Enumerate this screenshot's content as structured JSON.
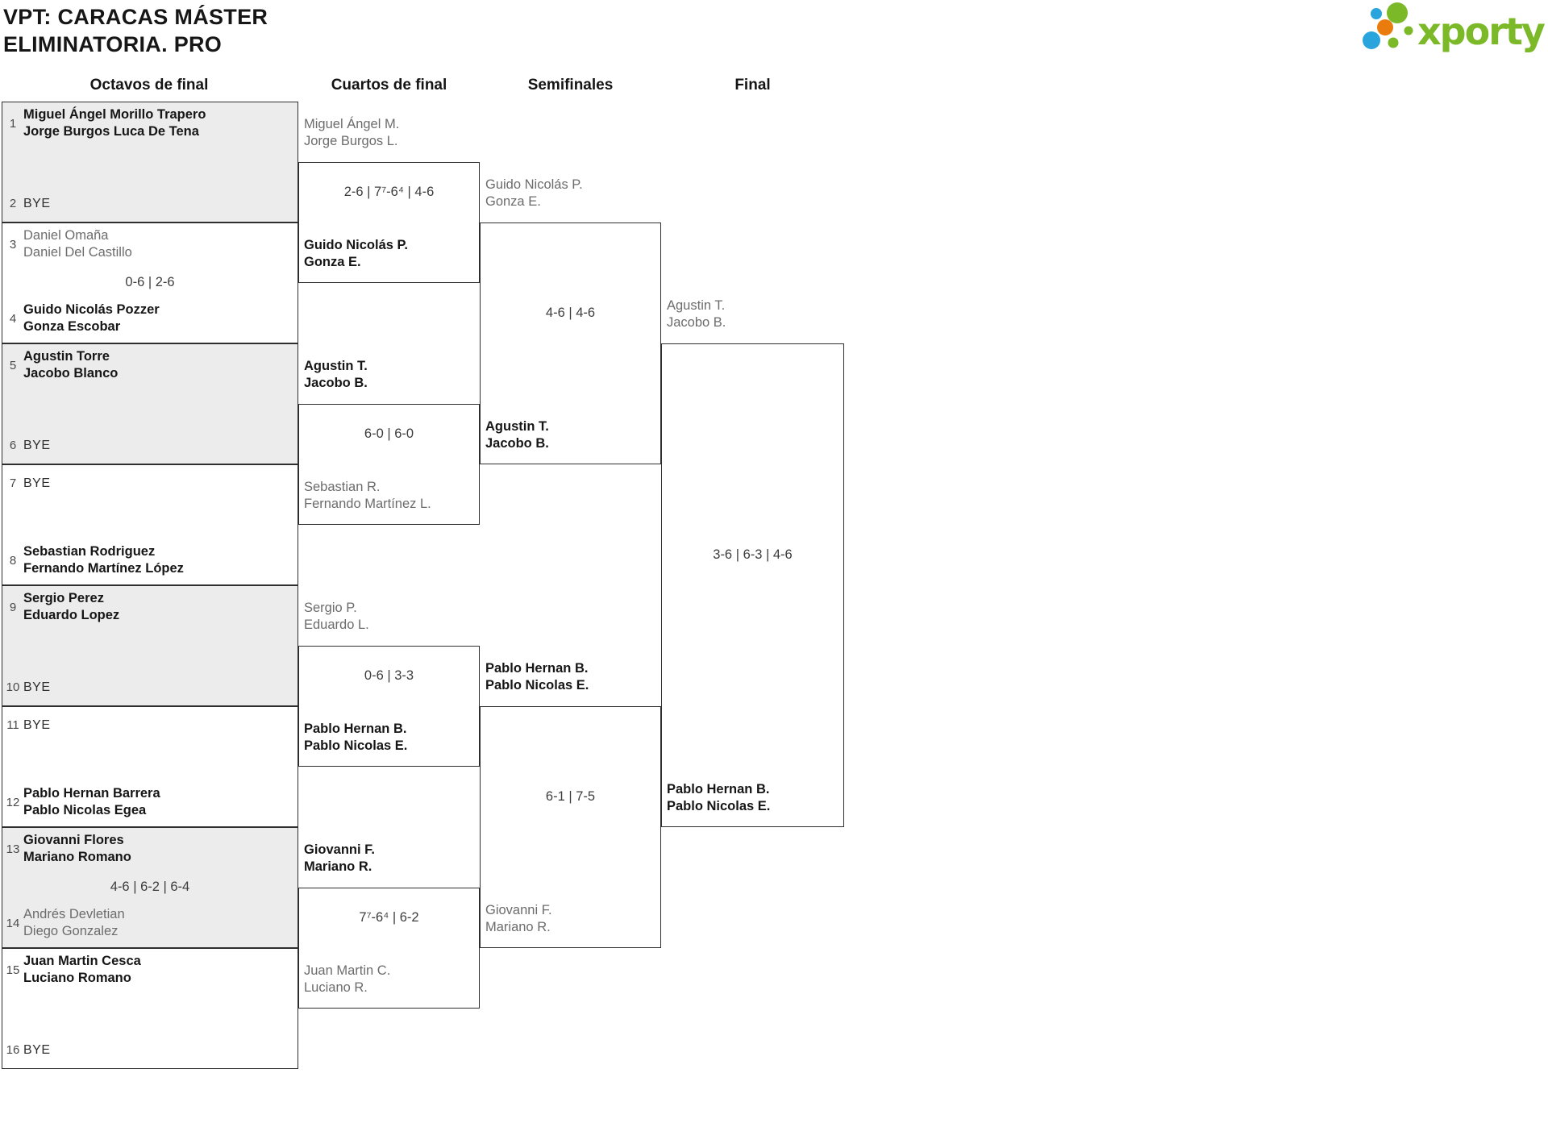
{
  "header": {
    "title_line1": "VPT: CARACAS MÁSTER",
    "title_line2": "ELIMINATORIA. PRO",
    "logo_text": "xporty"
  },
  "brand": {
    "green": "#7bb929",
    "blue": "#2aa4dd",
    "orange": "#ea7c0e"
  },
  "rounds": [
    "Octavos de final",
    "Cuartos de final",
    "Semifinales",
    "Final"
  ],
  "r16": [
    {
      "a": {
        "seed": "1",
        "line1": "Miguel Ángel Morillo Trapero",
        "line2": "Jorge Burgos Luca De Tena",
        "result": "win"
      },
      "score": "",
      "b": {
        "seed": "2",
        "line1": "BYE",
        "line2": "",
        "result": "bye"
      }
    },
    {
      "a": {
        "seed": "3",
        "line1": "Daniel Omaña",
        "line2": "Daniel Del Castillo",
        "result": "loss"
      },
      "score": "0-6 | 2-6",
      "b": {
        "seed": "4",
        "line1": "Guido Nicolás Pozzer",
        "line2": "Gonza Escobar",
        "result": "win"
      }
    },
    {
      "a": {
        "seed": "5",
        "line1": "Agustin Torre",
        "line2": "Jacobo Blanco",
        "result": "win"
      },
      "score": "",
      "b": {
        "seed": "6",
        "line1": "BYE",
        "line2": "",
        "result": "bye"
      }
    },
    {
      "a": {
        "seed": "7",
        "line1": "BYE",
        "line2": "",
        "result": "bye"
      },
      "score": "",
      "b": {
        "seed": "8",
        "line1": "Sebastian Rodriguez",
        "line2": "Fernando Martínez López",
        "result": "win"
      }
    },
    {
      "a": {
        "seed": "9",
        "line1": "Sergio Perez",
        "line2": "Eduardo Lopez",
        "result": "win"
      },
      "score": "",
      "b": {
        "seed": "10",
        "line1": "BYE",
        "line2": "",
        "result": "bye"
      }
    },
    {
      "a": {
        "seed": "11",
        "line1": "BYE",
        "line2": "",
        "result": "bye"
      },
      "score": "",
      "b": {
        "seed": "12",
        "line1": "Pablo Hernan Barrera",
        "line2": "Pablo Nicolas Egea",
        "result": "win"
      }
    },
    {
      "a": {
        "seed": "13",
        "line1": "Giovanni Flores",
        "line2": "Mariano Romano",
        "result": "win"
      },
      "score": "4-6 | 6-2 | 6-4",
      "b": {
        "seed": "14",
        "line1": "Andrés Devletian",
        "line2": "Diego Gonzalez",
        "result": "loss"
      }
    },
    {
      "a": {
        "seed": "15",
        "line1": "Juan Martin Cesca",
        "line2": "Luciano Romano",
        "result": "win"
      },
      "score": "",
      "b": {
        "seed": "16",
        "line1": "BYE",
        "line2": "",
        "result": "bye"
      }
    }
  ],
  "qf": [
    {
      "a": {
        "line1": "Miguel Ángel M.",
        "line2": "Jorge Burgos L.",
        "result": "loss"
      },
      "score": "2-6 | 7⁷-6⁴ | 4-6",
      "b": {
        "line1": "Guido Nicolás P.",
        "line2": "Gonza E.",
        "result": "win"
      }
    },
    {
      "a": {
        "line1": "Agustin T.",
        "line2": "Jacobo B.",
        "result": "win"
      },
      "score": "6-0 | 6-0",
      "b": {
        "line1": "Sebastian R.",
        "line2": "Fernando Martínez L.",
        "result": "loss"
      }
    },
    {
      "a": {
        "line1": "Sergio P.",
        "line2": "Eduardo L.",
        "result": "loss"
      },
      "score": "0-6 | 3-3",
      "b": {
        "line1": "Pablo Hernan B.",
        "line2": "Pablo Nicolas E.",
        "result": "win"
      }
    },
    {
      "a": {
        "line1": "Giovanni F.",
        "line2": "Mariano R.",
        "result": "win"
      },
      "score": "7⁷-6⁴ | 6-2",
      "b": {
        "line1": "Juan Martin C.",
        "line2": "Luciano R.",
        "result": "loss"
      }
    }
  ],
  "sf": [
    {
      "a": {
        "line1": "Guido Nicolás P.",
        "line2": "Gonza E.",
        "result": "loss"
      },
      "score": "4-6 | 4-6",
      "b": {
        "line1": "Agustin T.",
        "line2": "Jacobo B.",
        "result": "win"
      }
    },
    {
      "a": {
        "line1": "Pablo Hernan B.",
        "line2": "Pablo Nicolas E.",
        "result": "win"
      },
      "score": "6-1 | 7-5",
      "b": {
        "line1": "Giovanni F.",
        "line2": "Mariano R.",
        "result": "loss"
      }
    }
  ],
  "final": {
    "a": {
      "line1": "Agustin T.",
      "line2": "Jacobo B.",
      "result": "loss"
    },
    "score": "3-6 | 6-3 | 4-6",
    "b": {
      "line1": "Pablo Hernan B.",
      "line2": "Pablo Nicolas E.",
      "result": "win"
    }
  }
}
